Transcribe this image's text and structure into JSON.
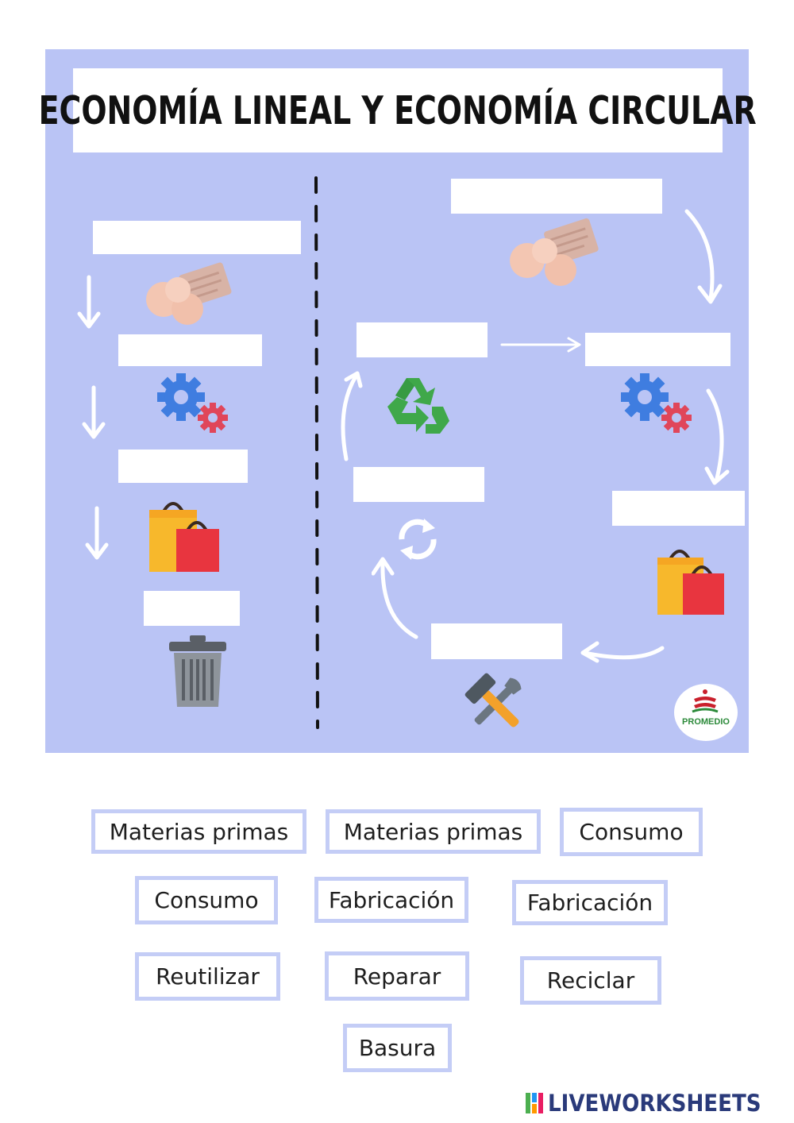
{
  "worksheet": {
    "title": "ECONOMÍA LINEAL Y ECONOMÍA CIRCULAR"
  },
  "logo": {
    "name": "PROMEDIO"
  },
  "word_bank": [
    {
      "label": "Materias primas"
    },
    {
      "label": "Materias primas"
    },
    {
      "label": "Consumo"
    },
    {
      "label": "Consumo"
    },
    {
      "label": "Fabricación"
    },
    {
      "label": "Fabricación"
    },
    {
      "label": "Reutilizar"
    },
    {
      "label": "Reparar"
    },
    {
      "label": "Reciclar"
    },
    {
      "label": "Basura"
    }
  ],
  "footer": {
    "brand_text": "LIVEWORKSHEETS"
  },
  "colors": {
    "panel": "#bac4f5",
    "chip_border": "#c4cdf6",
    "gear_blue": "#3f7de0",
    "gear_red": "#e0465a",
    "bag_yellow": "#f7b82c",
    "bag_red": "#e8353f",
    "recycle_green": "#3fa84a",
    "brand": "#2a3a7a"
  },
  "icons": [
    "raw-materials-icon",
    "gears-icon",
    "shopping-bags-icon",
    "trash-can-icon",
    "recycle-icon",
    "reuse-arrows-icon",
    "repair-tools-icon",
    "down-arrow-icon",
    "curved-arrow-icon"
  ]
}
